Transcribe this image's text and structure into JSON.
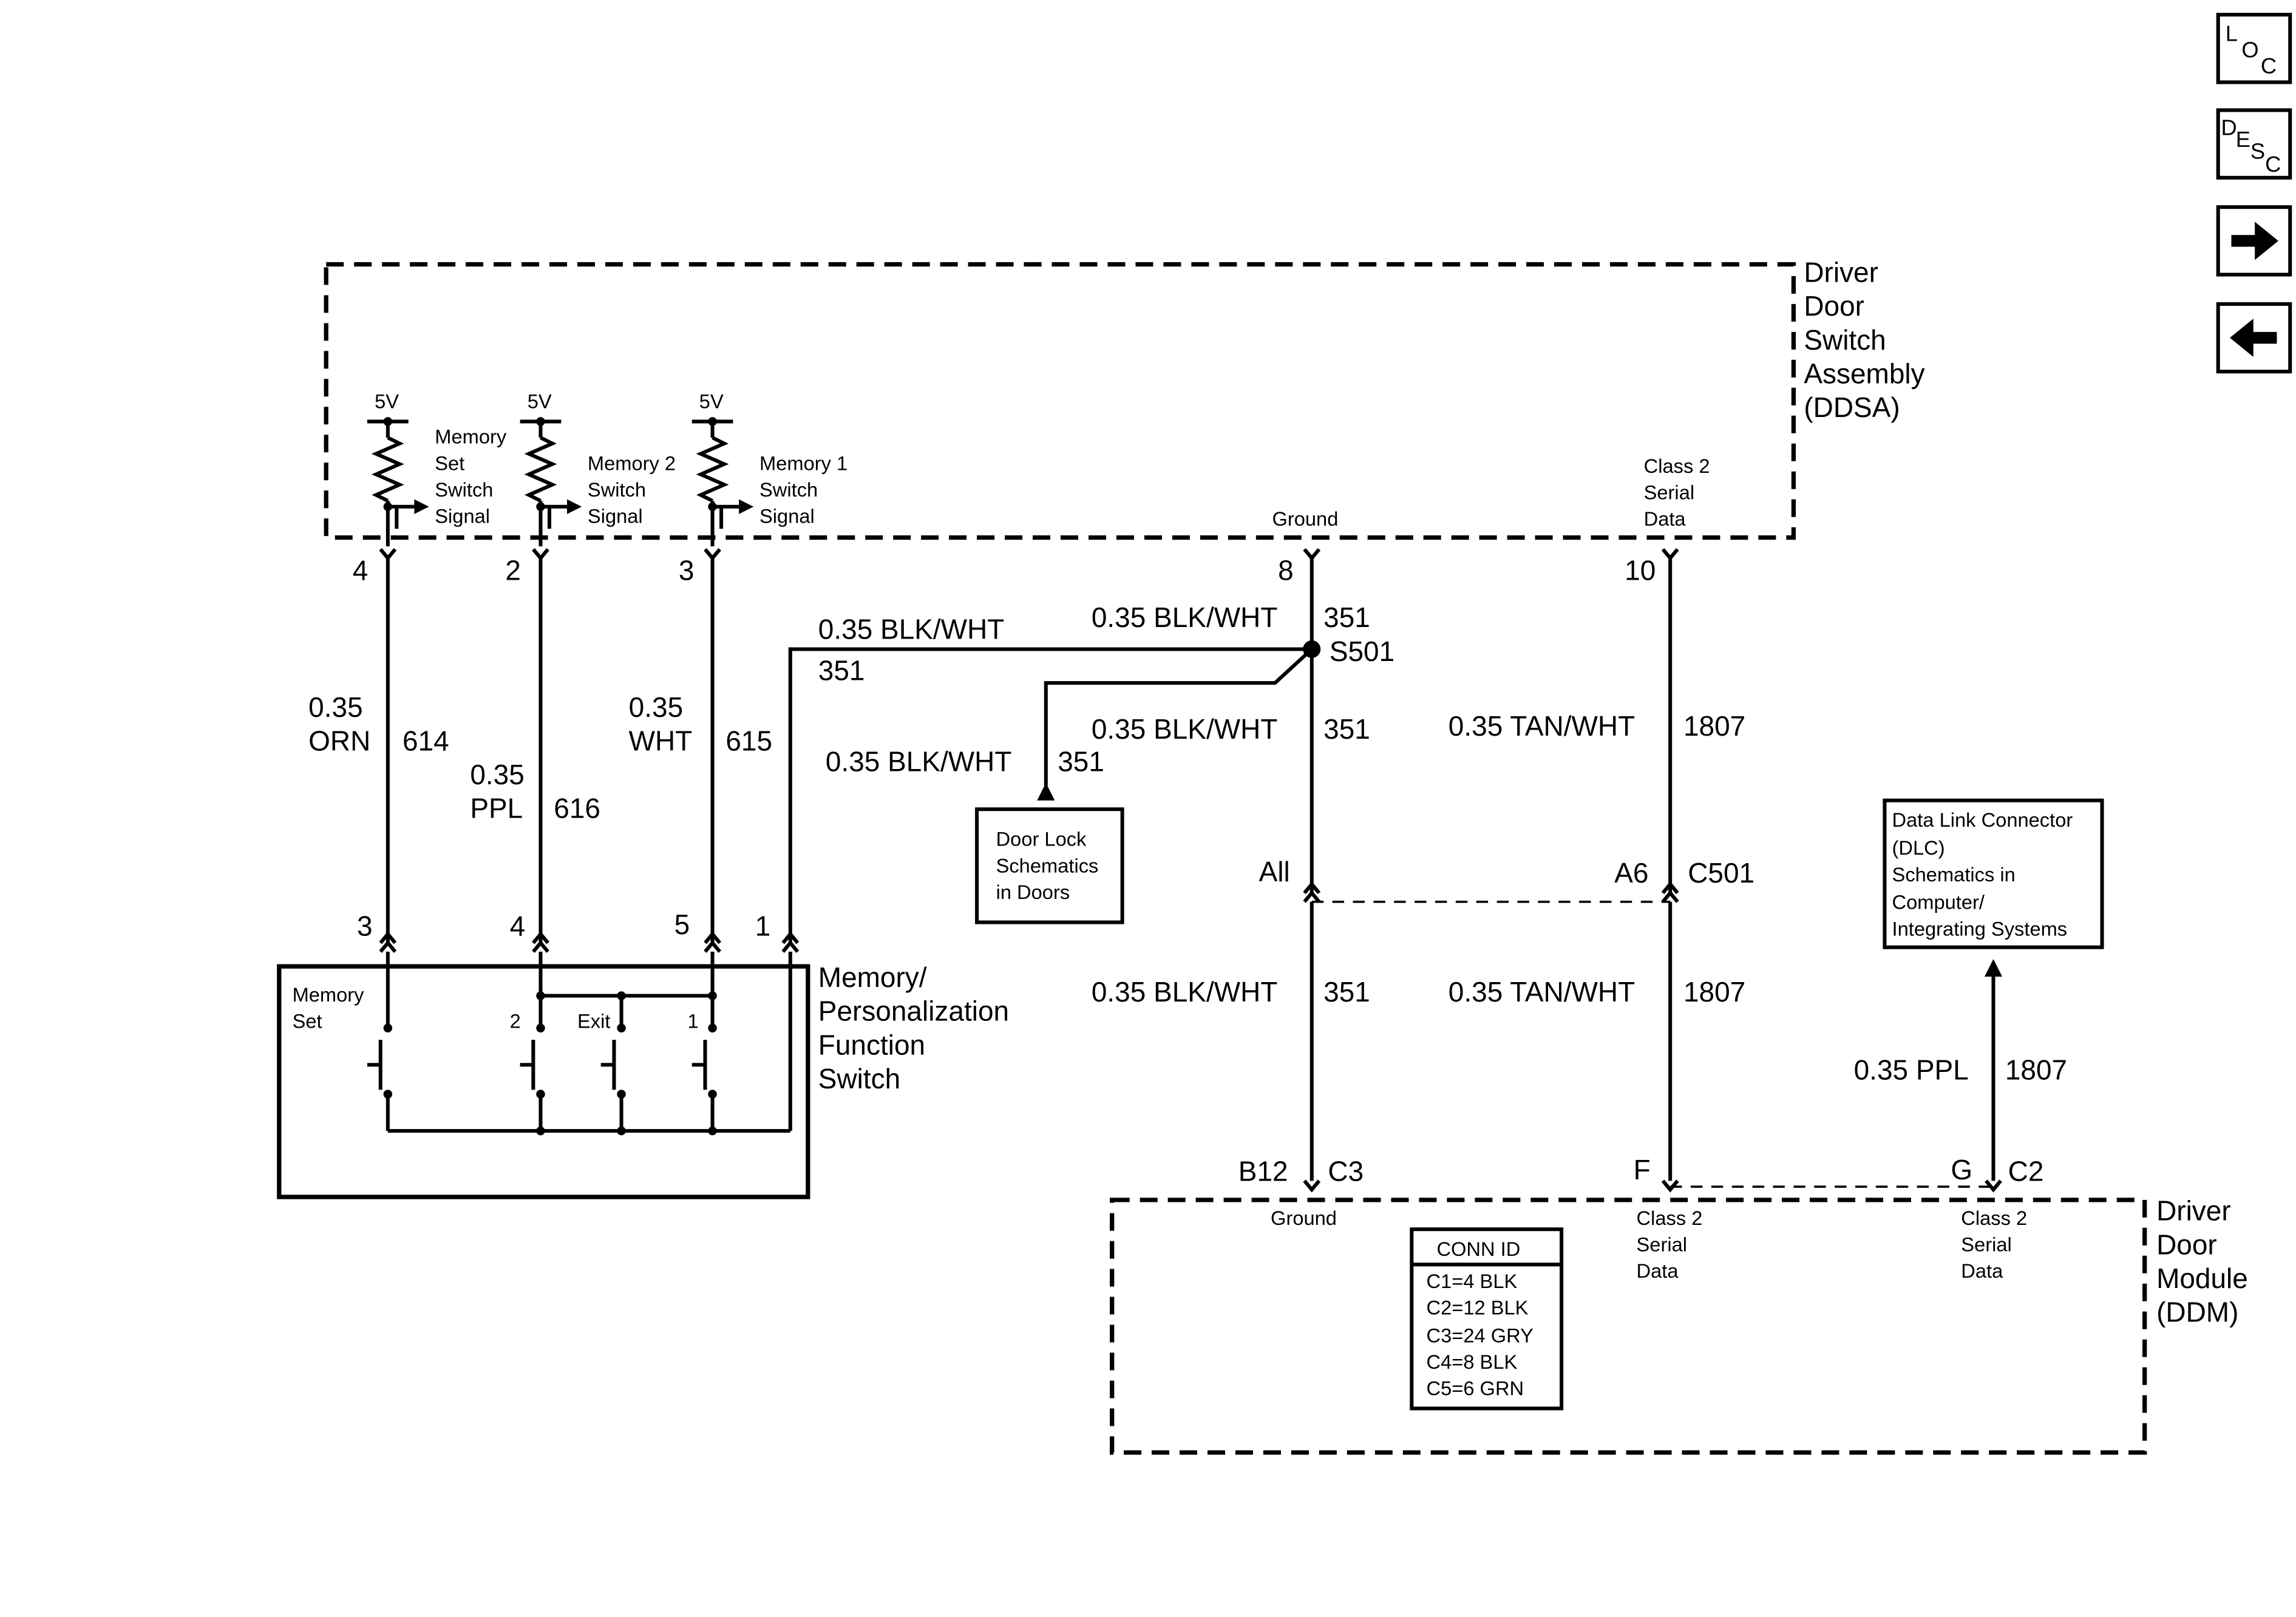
{
  "nav": {
    "loc": {
      "l": "L",
      "o": "O",
      "c": "C"
    },
    "desc": {
      "d": "D",
      "e": "E",
      "s": "S",
      "c": "C"
    }
  },
  "ddsa": {
    "name_lines": [
      "Driver",
      "Door",
      "Switch",
      "Assembly",
      "(DDSA)"
    ],
    "supply_label": "5V",
    "sig_memory_set": [
      "Memory",
      "Set",
      "Switch",
      "Signal"
    ],
    "sig_memory_2": [
      "Memory 2",
      "Switch",
      "Signal"
    ],
    "sig_memory_1": [
      "Memory 1",
      "Switch",
      "Signal"
    ],
    "ground_label": "Ground",
    "class2_label": [
      "Class 2",
      "Serial",
      "Data"
    ],
    "pins": {
      "p4": "4",
      "p2": "2",
      "p3": "3",
      "p8": "8",
      "p10": "10"
    }
  },
  "wires": {
    "orn": {
      "gauge": "0.35",
      "color": "ORN",
      "circuit": "614"
    },
    "ppl": {
      "gauge": "0.35",
      "color": "PPL",
      "circuit": "616"
    },
    "wht": {
      "gauge": "0.35",
      "color": "WHT",
      "circuit": "615"
    },
    "blkwht_top_left": {
      "label": "0.35 BLK/WHT",
      "circuit": "351"
    },
    "blkwht_top_right": {
      "label": "0.35 BLK/WHT",
      "circuit": "351"
    },
    "splice": "S501",
    "blkwht_mid": {
      "label": "0.35 BLK/WHT",
      "circuit": "351"
    },
    "blkwht_doorlock": {
      "label": "0.35 BLK/WHT",
      "circuit": "351"
    },
    "tanwht_top": {
      "label": "0.35 TAN/WHT",
      "circuit": "1807"
    },
    "blkwht_lower": {
      "label": "0.35 BLK/WHT",
      "circuit": "351"
    },
    "tanwht_lower": {
      "label": "0.35 TAN/WHT",
      "circuit": "1807"
    },
    "ppl_dlc": {
      "label": "0.35 PPL",
      "circuit": "1807"
    }
  },
  "door_lock_box": [
    "Door Lock",
    "Schematics",
    "in Doors"
  ],
  "dlc_box": [
    "Data Link Connector",
    "(DLC)",
    "Schematics in",
    "Computer/",
    "Integrating Systems"
  ],
  "c501": {
    "all": "All",
    "a6": "A6",
    "name": "C501"
  },
  "mpfs": {
    "name_lines": [
      "Memory/",
      "Personalization",
      "Function",
      "Switch"
    ],
    "pins": {
      "p3": "3",
      "p4": "4",
      "p5": "5",
      "p1": "1"
    },
    "memory_set": [
      "Memory",
      "Set"
    ],
    "sw2": "2",
    "exit": "Exit",
    "sw1": "1"
  },
  "ddm": {
    "name_lines": [
      "Driver",
      "Door",
      "Module",
      "(DDM)"
    ],
    "b12": "B12",
    "c3": "C3",
    "f": "F",
    "g": "G",
    "c2": "C2",
    "ground_label": "Ground",
    "class2_a": [
      "Class 2",
      "Serial",
      "Data"
    ],
    "class2_b": [
      "Class 2",
      "Serial",
      "Data"
    ]
  },
  "conn_id": {
    "title": "CONN ID",
    "rows": [
      "C1=4 BLK",
      "C2=12 BLK",
      "C3=24 GRY",
      "C4=8 BLK",
      "C5=6 GRN"
    ]
  }
}
